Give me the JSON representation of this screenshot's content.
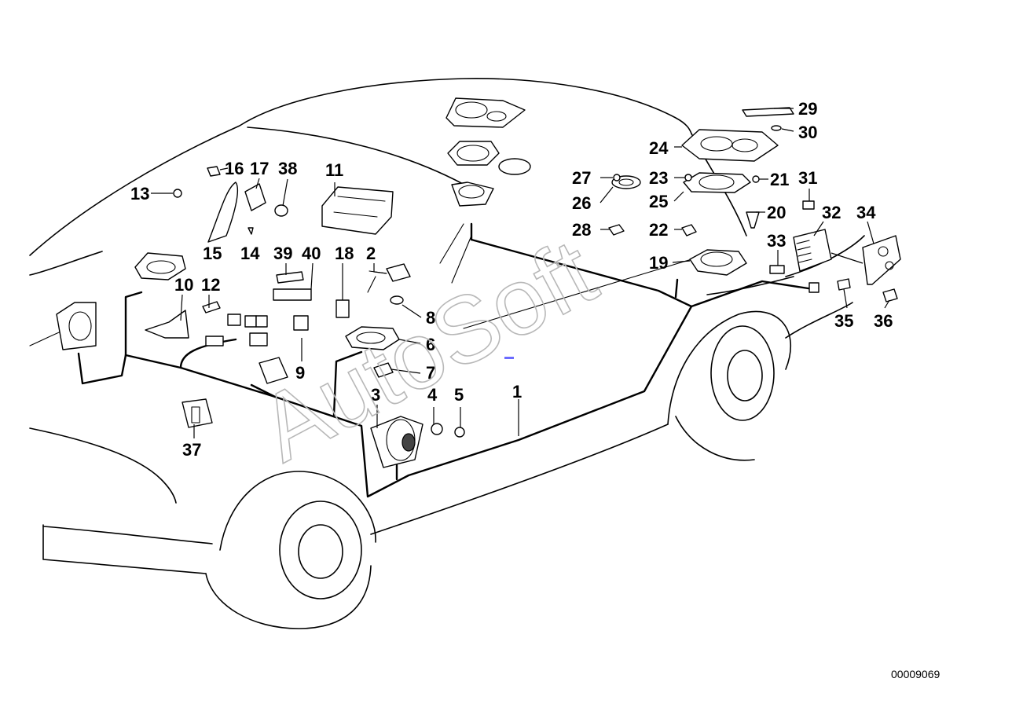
{
  "watermark": "AutoSoft",
  "drawing_number": "00009069",
  "callouts": [
    "1",
    "2",
    "3",
    "4",
    "5",
    "6",
    "7",
    "8",
    "9",
    "10",
    "11",
    "12",
    "13",
    "14",
    "15",
    "16",
    "17",
    "18",
    "19",
    "20",
    "21",
    "22",
    "23",
    "24",
    "25",
    "26",
    "27",
    "28",
    "29",
    "30",
    "31",
    "32",
    "33",
    "34",
    "35",
    "36",
    "37",
    "38",
    "39",
    "40"
  ]
}
